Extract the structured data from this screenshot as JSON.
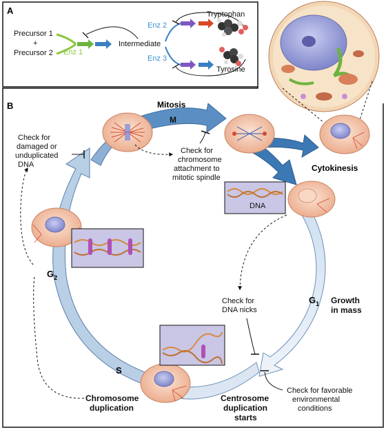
{
  "panel_a": {
    "label": "A",
    "precursor1": "Precursor 1",
    "plus": "+",
    "precursor2": "Precursor 2",
    "enz1": "Enz 1",
    "intermediate": "Intermediate",
    "enz2": "Enz 2",
    "enz3": "Enz 3",
    "tryptophan": "Tryptophan",
    "tyrosine": "Tyrosine"
  },
  "panel_b": {
    "label": "B",
    "mitosis": "Mitosis",
    "m": "M",
    "check_damaged": [
      "Check for",
      "damaged or",
      "unduplicated",
      "DNA"
    ],
    "check_chromosome": [
      "Check for",
      "chromosome",
      "attachment to",
      "mitotic spindle"
    ],
    "cytokinesis": "Cytokinesis",
    "dna": "DNA",
    "g2": "G",
    "g2_sub": "2",
    "g1": "G",
    "g1_sub": "1",
    "growth": [
      "Growth",
      "in mass"
    ],
    "check_nicks": [
      "Check for",
      "DNA nicks"
    ],
    "s": "S",
    "check_environment": [
      "Check for favorable",
      "environmental",
      "conditions"
    ],
    "chromosome_dup": [
      "Chromosome",
      "duplication"
    ],
    "centrosome_dup": [
      "Centrosome",
      "duplication",
      "starts"
    ]
  },
  "colors": {
    "cycle_blue": "#5b8fc4",
    "cycle_light": "#d8e4f1",
    "cell_fill": "#f4c7a8",
    "nucleus": "#9aa0d8",
    "enz1_green": "#8cc63f",
    "enz_blue": "#3a7fc2",
    "tryptophan_arrow": "#d9472b",
    "dna_box": "#c9c6e6"
  }
}
